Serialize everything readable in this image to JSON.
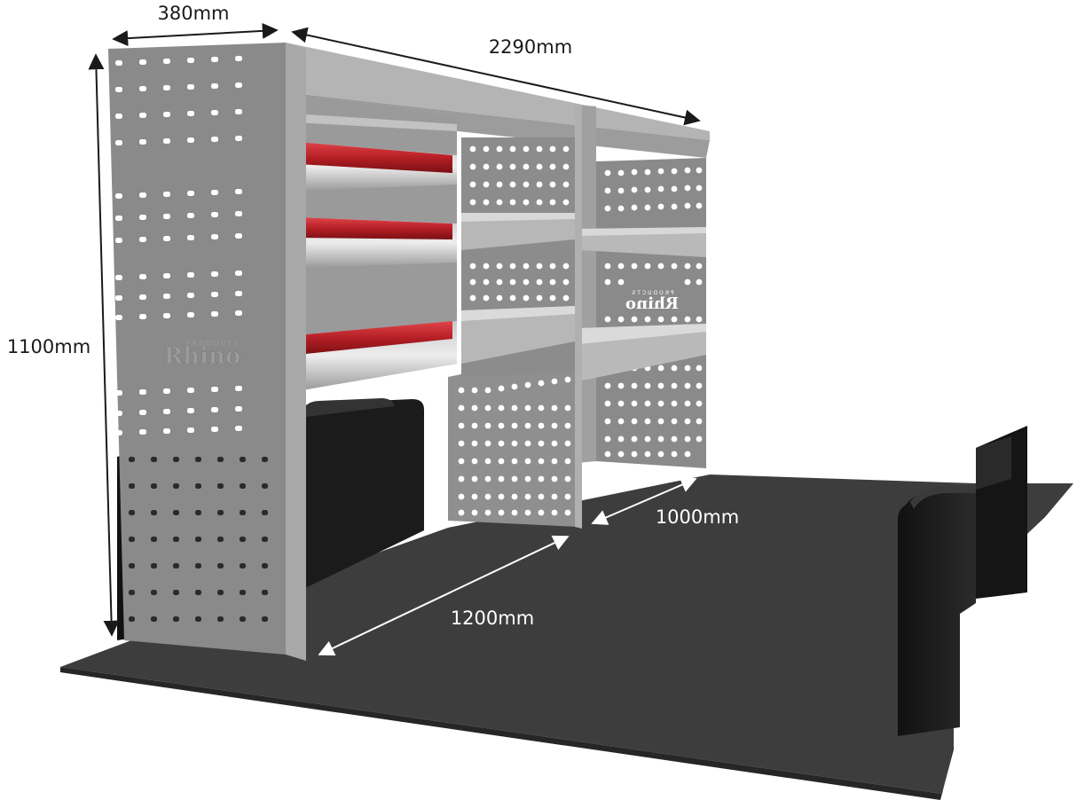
{
  "dimensions": {
    "depth": "380mm",
    "length": "2290mm",
    "height": "1100mm",
    "floor_length": "1200mm",
    "floor_width": "1000mm"
  },
  "branding": {
    "brand_name": "Rhino",
    "brand_tagline": "PRODUCTS"
  },
  "colors": {
    "frame_grey": "#8c8c8c",
    "shelf_grey": "#a9a9a9",
    "drawer_red": "#c0282c",
    "floor": "#3a3a3a",
    "arch_black": "#1c1c1c",
    "dimension_line": "#1a1a1a"
  }
}
